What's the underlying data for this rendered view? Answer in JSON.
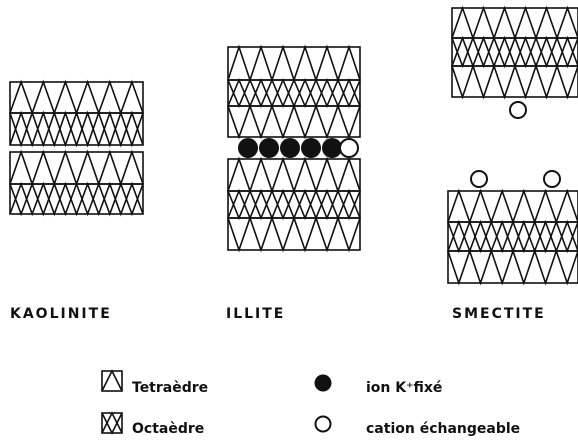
{
  "minerals": [
    {
      "id": "kaolinite",
      "label": "KAOLINITE"
    },
    {
      "id": "illite",
      "label": "ILLITE"
    },
    {
      "id": "smectite",
      "label": "SMECTITE"
    }
  ],
  "legend": {
    "tetrahedron": "Tetraèdre",
    "octahedron": "Octaèdre",
    "fixed_ion": "ion K⁺fixé",
    "exchangeable_cation": "cation échangeable"
  },
  "colors": {
    "line": "#111111",
    "background": "#ffffff"
  }
}
